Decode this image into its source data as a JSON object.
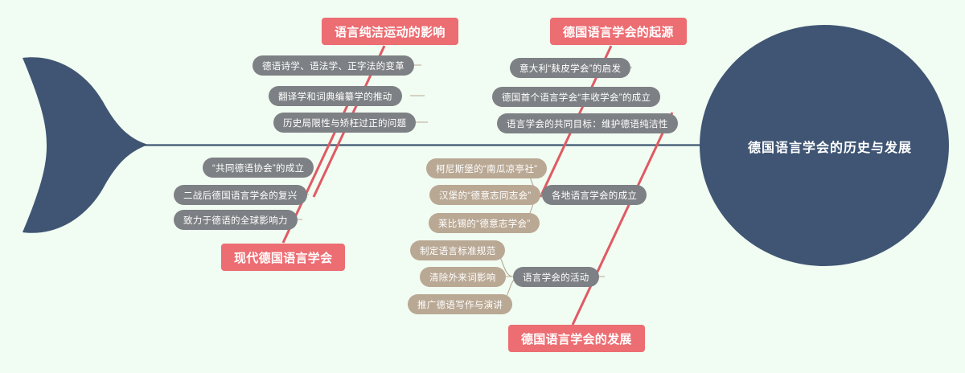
{
  "diagram": {
    "type": "fishbone",
    "background_color": "#f1fcf2",
    "head_color": "#3f5573",
    "tail_color": "#3f5573",
    "spine_color": "#3f5573",
    "category_color": "#ec6d72",
    "gray_node_color": "#7d8084",
    "tan_node_color": "#b9a894",
    "connector_color": "#b9a894",
    "title": "德国语言学会的历史与发展"
  },
  "categories": [
    {
      "id": "cat-language-purity",
      "label": "语言纯洁运动的影响",
      "position": "top-left",
      "items": [
        "德语诗学、语法学、正字法的变革",
        "翻译学和词典编纂学的推动",
        "历史局限性与矫枉过正的问题"
      ]
    },
    {
      "id": "cat-origin",
      "label": "德国语言学会的起源",
      "position": "top-right",
      "items": [
        "意大利“麸皮学会”的启发",
        "德国首个语言学会“丰收学会”的成立",
        "语言学会的共同目标：维护德语纯洁性"
      ]
    },
    {
      "id": "cat-modern",
      "label": "现代德国语言学会",
      "position": "bottom-left",
      "items": [
        "“共同德语协会”的成立",
        "二战后德国语言学会的复兴",
        "致力于德语的全球影响力"
      ]
    },
    {
      "id": "cat-development",
      "label": "德国语言学会的发展",
      "position": "bottom-right",
      "groups": [
        {
          "group_label": "各地语言学会的成立",
          "items": [
            "柯尼斯堡的“南瓜凉亭社”",
            "汉堡的“德意志同志会”",
            "莱比锡的“德意志学会”"
          ]
        },
        {
          "group_label": "语言学会的活动",
          "items": [
            "制定语言标准规范",
            "清除外来词影响",
            "推广德语写作与演讲"
          ]
        }
      ]
    }
  ]
}
